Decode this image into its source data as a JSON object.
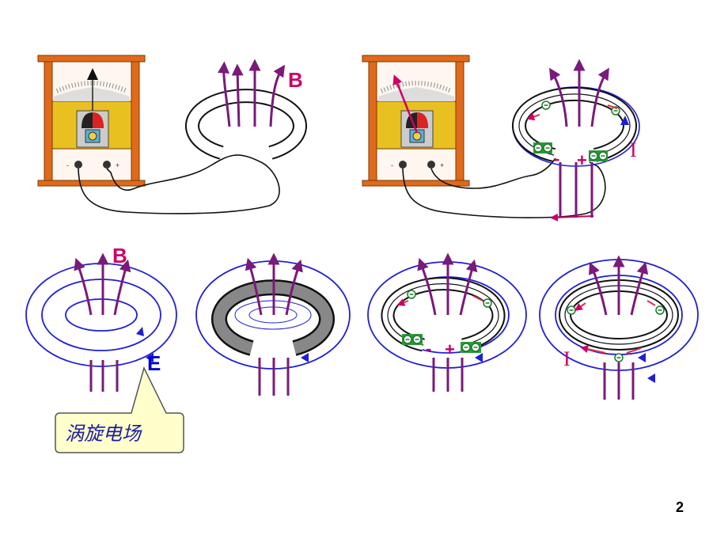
{
  "labels": {
    "b_field_top": "B",
    "b_field_bottom": "B",
    "e_field": "E",
    "current_top": "I",
    "current_bottom": "I",
    "minus_top": "-",
    "plus_top": "+",
    "minus_bottom": "-",
    "plus_bottom": "+",
    "meter_minus": "-",
    "meter_plus": "+",
    "callout": "涡旋电场",
    "page_number": "2"
  },
  "colors": {
    "field_line": "#7a1a7a",
    "electric_loop": "#1f1fd6",
    "current_arrow": "#e0304a",
    "label_magenta": "#cc0066",
    "meter_frame": "#e06a1a",
    "meter_body": "#e8c020",
    "charge_box": "#2a9a3a",
    "callout_fill": "#ffffcc"
  },
  "icons": [
    "galvanometer-icon",
    "electron-icon",
    "field-arrow-icon"
  ]
}
